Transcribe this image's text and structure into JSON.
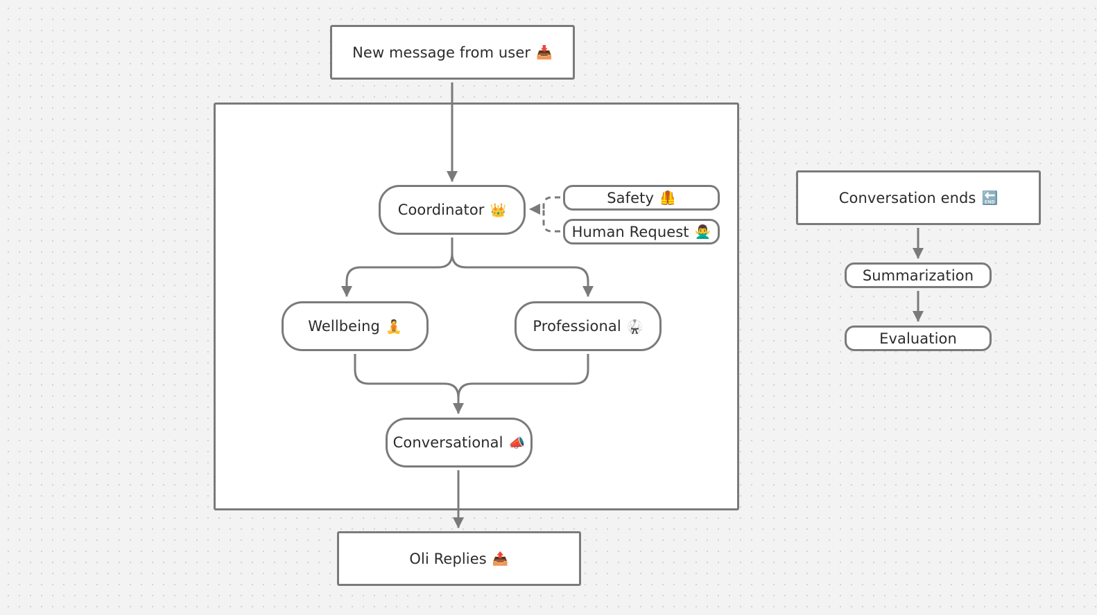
{
  "diagram": {
    "nodes": {
      "new_message": {
        "label": "New message from user",
        "icon": "inbox-tray-icon",
        "glyph": "📥"
      },
      "coordinator": {
        "label": "Coordinator",
        "icon": "crown-icon",
        "glyph": "👑"
      },
      "safety": {
        "label": "Safety",
        "icon": "safety-vest-icon",
        "glyph": "🦺"
      },
      "human_request": {
        "label": "Human Request",
        "icon": "person-gesturing-no-icon",
        "glyph": "🙅‍♂️"
      },
      "wellbeing": {
        "label": "Wellbeing",
        "icon": "person-lotus-icon",
        "glyph": "🧘"
      },
      "professional": {
        "label": "Professional",
        "icon": "martial-arts-uniform-icon",
        "glyph": "🥋"
      },
      "conversational": {
        "label": "Conversational",
        "icon": "megaphone-icon",
        "glyph": "📣"
      },
      "oli_replies": {
        "label": "Oli Replies",
        "icon": "outbox-tray-icon",
        "glyph": "📤"
      },
      "conversation_ends": {
        "label": "Conversation ends",
        "icon": "end-arrow-icon",
        "glyph": "🔚"
      },
      "summarization": {
        "label": "Summarization"
      },
      "evaluation": {
        "label": "Evaluation"
      }
    },
    "edges": [
      {
        "from": "new_message",
        "to": "coordinator",
        "style": "solid"
      },
      {
        "from": "safety",
        "to": "coordinator",
        "style": "dashed"
      },
      {
        "from": "human_request",
        "to": "coordinator",
        "style": "dashed"
      },
      {
        "from": "coordinator",
        "to": "wellbeing",
        "style": "solid"
      },
      {
        "from": "coordinator",
        "to": "professional",
        "style": "solid"
      },
      {
        "from": "wellbeing",
        "to": "conversational",
        "style": "solid"
      },
      {
        "from": "professional",
        "to": "conversational",
        "style": "solid"
      },
      {
        "from": "conversational",
        "to": "oli_replies",
        "style": "solid"
      },
      {
        "from": "conversation_ends",
        "to": "summarization",
        "style": "solid"
      },
      {
        "from": "summarization",
        "to": "evaluation",
        "style": "solid"
      }
    ],
    "colors": {
      "stroke": "#7a7a7a",
      "node_fill": "#ffffff",
      "canvas_bg": "#f3f3f3",
      "grid_dot": "#cfcfcf",
      "text": "#2b2b2b"
    }
  }
}
